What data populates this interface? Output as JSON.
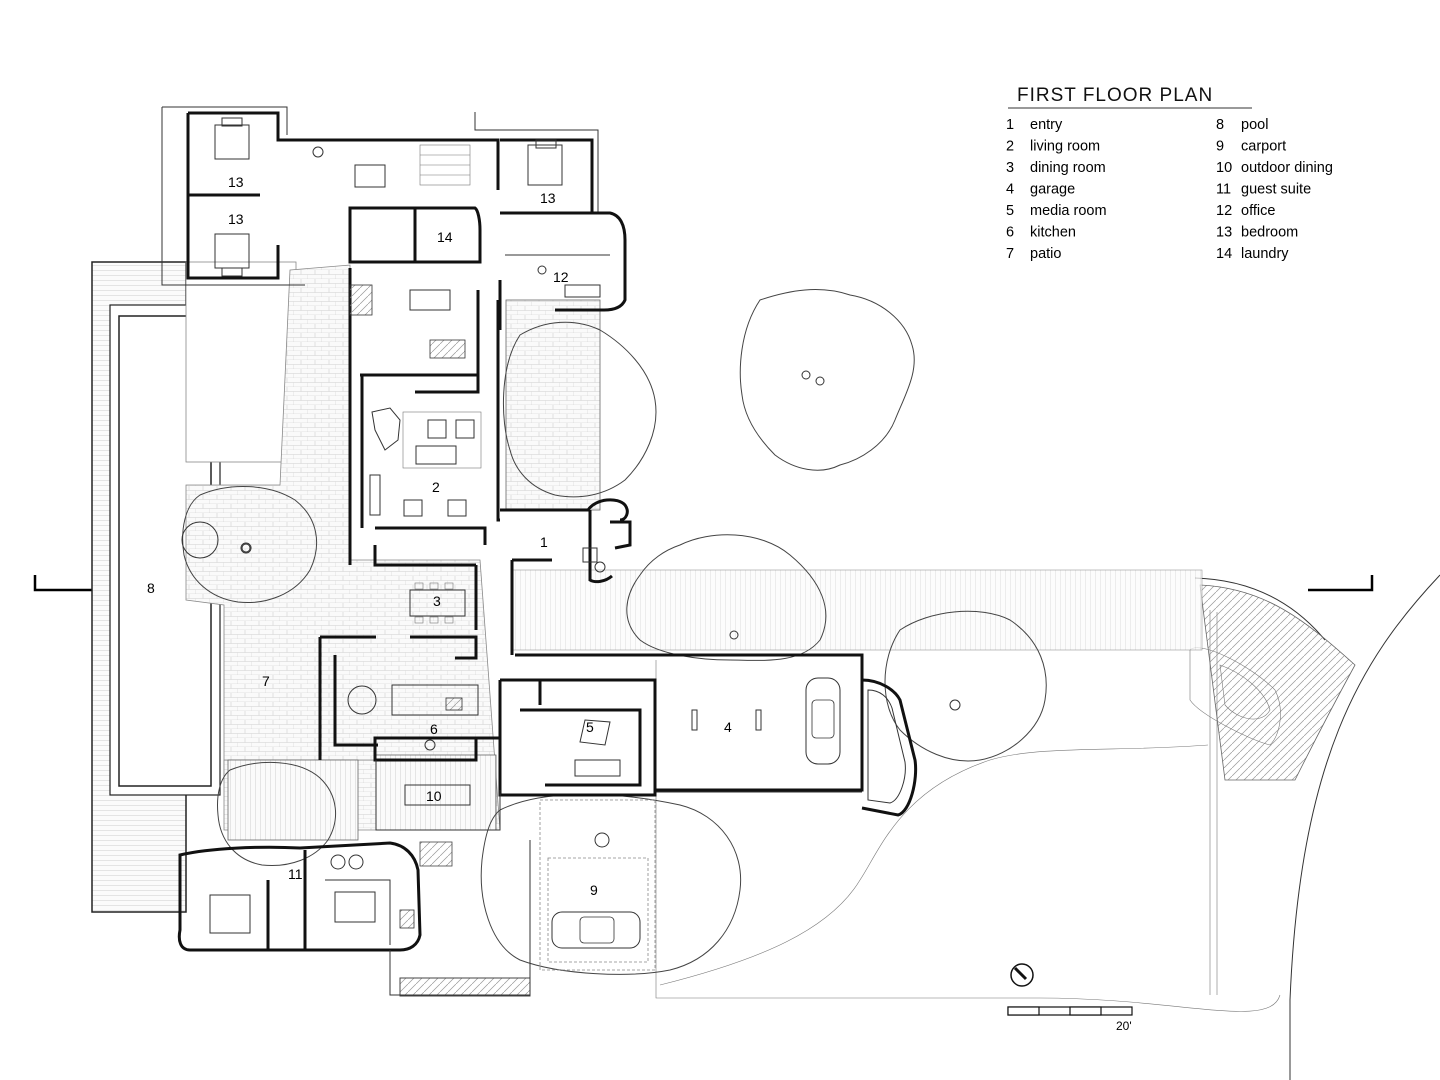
{
  "title": "FIRST FLOOR PLAN",
  "legend": [
    {
      "num": "1",
      "label": "entry"
    },
    {
      "num": "2",
      "label": "living room"
    },
    {
      "num": "3",
      "label": "dining room"
    },
    {
      "num": "4",
      "label": "garage"
    },
    {
      "num": "5",
      "label": "media room"
    },
    {
      "num": "6",
      "label": "kitchen"
    },
    {
      "num": "7",
      "label": "patio"
    },
    {
      "num": "8",
      "label": "pool"
    },
    {
      "num": "9",
      "label": "carport"
    },
    {
      "num": "10",
      "label": "outdoor dining"
    },
    {
      "num": "11",
      "label": "guest suite"
    },
    {
      "num": "12",
      "label": "office"
    },
    {
      "num": "13",
      "label": "bedroom"
    },
    {
      "num": "14",
      "label": "laundry"
    }
  ],
  "room_tags": {
    "entry": "1",
    "living_room": "2",
    "dining_room": "3",
    "garage": "4",
    "media_room": "5",
    "kitchen": "6",
    "patio": "7",
    "pool": "8",
    "carport": "9",
    "outdoor_dining": "10",
    "guest_suite": "11",
    "office": "12",
    "bedroom_nw_upper": "13",
    "bedroom_nw_lower": "13",
    "bedroom_ne": "13",
    "laundry": "14"
  },
  "scale_bar": {
    "label": "20'"
  },
  "icons": {
    "north_arrow": "north-arrow-icon",
    "section_marker": "section-cut-marker"
  }
}
